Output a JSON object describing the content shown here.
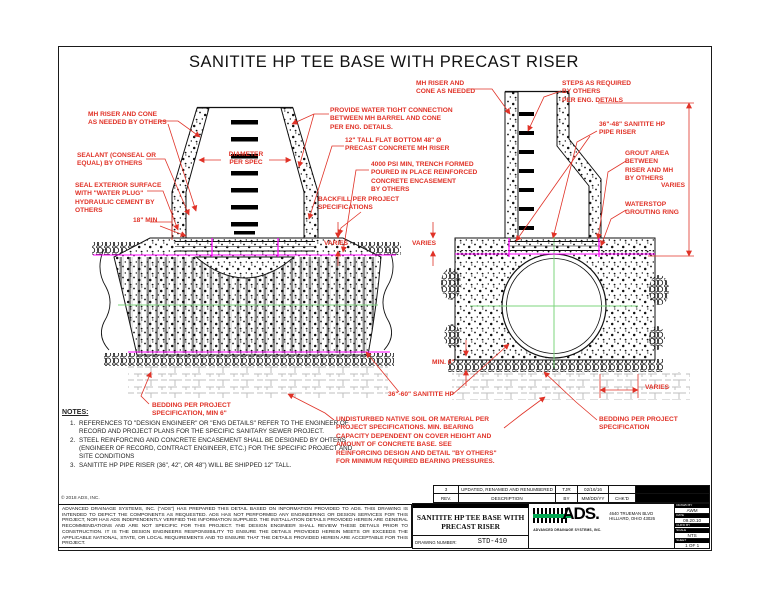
{
  "page": {
    "title": "SANITITE HP TEE BASE WITH PRECAST RISER"
  },
  "colors": {
    "annotation_red": "#e03227",
    "magenta": "#ff00ff",
    "centerline_green": "#7cd47c",
    "ads_green": "#00a651"
  },
  "annotations": {
    "mh_riser_left": "MH RISER AND CONE\nAS NEEDED BY OTHERS",
    "sealant": "SEALANT (CONSEAL OR\nEQUAL) BY OTHERS",
    "seal_exterior": "SEAL EXTERIOR SURFACE\nWITH \"WATER PLUG\"\nHYDRAULIC CEMENT BY\nOTHERS",
    "min18": "18\" MIN",
    "diameter": "DIAMETER\nPER SPEC",
    "water_tight": "PROVIDE WATER TIGHT CONNECTION\nBETWEEN MH BARREL AND CONE\nPER ENG. DETAILS.",
    "flat_bottom": "12\" TALL FLAT BOTTOM 48\" Ø\nPRECAST CONCRETE MH RISER",
    "psi": "4000 PSI MIN, TRENCH FORMED\nPOURED IN PLACE REINFORCED\nCONCRETE ENCASEMENT\nBY OTHERS",
    "backfill": "BACKFILL PER PROJECT\nSPECIFICATIONS",
    "mh_riser_right": "MH RISER AND\nCONE AS NEEDED",
    "steps": "STEPS AS REQUIRED\nBY OTHERS\nPER ENG. DETAILS",
    "pipe_riser": "36\"-48\" SANITITE HP\nPIPE RISER",
    "grout": "GROUT AREA\nBETWEEN\nRISER AND MH\nBY OTHERS",
    "waterstop": "WATERSTOP\nGROUTING RING",
    "varies": "VARIES",
    "min6": "MIN. 6\"",
    "bedding_left": "BEDDING PER PROJECT\nSPECIFICATION, MIN 6\"",
    "sanitite_3660": "36\"-60\" SANITITE HP",
    "undisturbed": "UNDISTURBED NATIVE SOIL OR MATERIAL PER\nPROJECT SPECIFICATIONS.  MIN. BEARING\nCAPACITY DEPENDENT ON COVER HEIGHT AND\nAMOUNT OF CONCRETE BASE. SEE\nREINFORCING DESIGN AND DETAIL \"BY OTHERS\"\nFOR MINIMUM REQUIRED BEARING PRESSURES.",
    "bedding_right": "BEDDING PER PROJECT\nSPECIFICATION"
  },
  "notes": {
    "title": "NOTES:",
    "items": [
      {
        "num": "1.",
        "text": "REFERENCES TO \"DESIGN ENGINEER\" OR \"ENG DETAILS\" REFER TO THE ENGINEER OF RECORD AND PROJECT PLANS FOR THE SPECIFIC SANITARY SEWER PROJECT."
      },
      {
        "num": "2.",
        "text": "STEEL REINFORCING AND CONCRETE ENCASEMENT SHALL BE DESIGNED BY OHTERS (ENGINEER OF RECORD, CONTRACT ENGINEER, ETC.) FOR THE SPECIFIC PROJECT AND SITE CONDITIONS"
      },
      {
        "num": "3.",
        "text": "SANITITE HP PIPE RISER (36\", 42\", OR 48\") WILL BE SHIPPED 12\" TALL."
      }
    ]
  },
  "footer": {
    "copyright": "© 2018 ADS, INC.",
    "disclaimer": "ADVANCED DRAINAGE SYSTEMS, INC. (\"ADS\") HAS PREPARED THIS DETAIL BASED ON INFORMATION PROVIDED TO ADS.  THIS DRAWING IS INTENDED TO DEPICT THE COMPONENTS AS REQUESTED.  ADS HAS NOT PERFORMED ANY ENGINEERING OR DESIGN SERVICES FOR THIS PROJECT, NOR HAS ADS INDEPENDENTLY VERIFIED THE INFORMATION SUPPLIED.  THE INSTALLATION DETAILS PROVIDED HEREIN ARE GENERAL RECOMMENDATIONS AND ARE NOT SPECIFIC FOR THIS PROJECT.  THE DESIGN ENGINEER SHALL REVIEW THESE DETAILS PRIOR TO CONSTRUCTION.  IT IS THE DESIGN ENGINEERS RESPONSIBILITY TO ENSURE THE DETAILS PROVIDED HEREIN MEETS OR EXCEEDS THE APPLICABLE NATIONAL, STATE, OR LOCAL REQUIREMENTS AND TO ENSURE THAT THE DETAILS PROVIDED HEREIN ARE ACCEPTABLE FOR THIS PROJECT."
  },
  "titleblock": {
    "rev": {
      "number": "3",
      "description": "UPDATED, RENAMED AND RENUMBERED",
      "by": "TJR",
      "date": "02/16/16",
      "chkd": ""
    },
    "rev_header": {
      "number": "REV.",
      "description": "DESCRIPTION",
      "by": "BY",
      "date": "MM/DD/YY",
      "chkd": "CHK'D"
    },
    "drawing_title": "SANITITE HP TEE BASE WITH\nPRECAST RISER",
    "drawing_number_label": "DRAWING NUMBER:",
    "drawing_number": "STD-410",
    "logo_text": "ADS.",
    "company": "ADVANCED DRAINAGE SYSTEMS, INC.",
    "address": "4640 TRUEMAN BLVD\nHILLIARD, OHIO 43026",
    "fields": [
      {
        "label": "DRAWN BY",
        "value": "AWM"
      },
      {
        "label": "DATE",
        "value": "09.20.10"
      },
      {
        "label": "CHK'D BY",
        "value": ""
      },
      {
        "label": "SCALE",
        "value": "NTS"
      },
      {
        "label": "SHEET",
        "value": "1 OF 1"
      }
    ]
  }
}
